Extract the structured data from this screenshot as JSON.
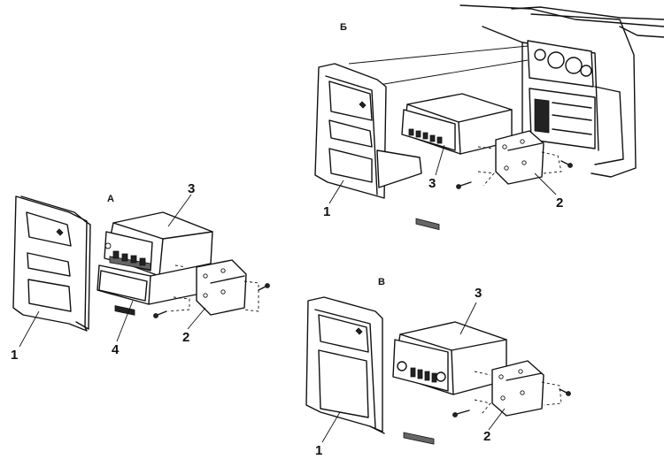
{
  "diagrams": [
    {
      "letter": "А",
      "labels": {
        "one": "1",
        "two": "2",
        "three": "3",
        "four": "4"
      }
    },
    {
      "letter": "Б",
      "labels": {
        "one": "1",
        "two": "2",
        "three": "3"
      }
    },
    {
      "letter": "В",
      "labels": {
        "one": "1",
        "two": "2",
        "three": "3"
      }
    }
  ]
}
